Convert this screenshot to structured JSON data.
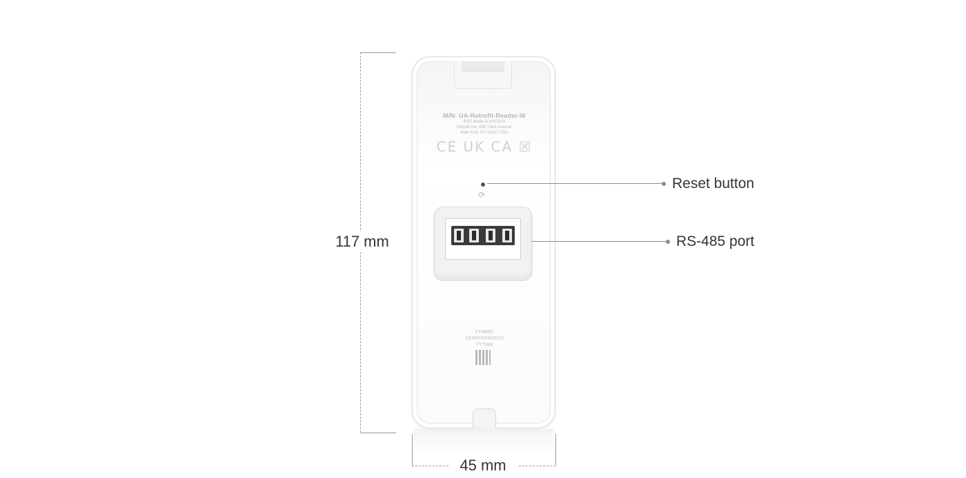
{
  "device": {
    "model_line": "M/N: UA-Retrofit-Reader-W",
    "label_line_1": "IP55    Made in XXXXXX",
    "label_line_2": "Ubiquiti Inc. 685 Third Avenue,",
    "label_line_3": "New York, NY 10017 USA",
    "certs": "CE UK CA ☒",
    "reset_symbol": "⟳",
    "serial_1": "YYWWC",
    "serial_2": "XXXXXXXXXXXX",
    "serial_3": "YYYyyy"
  },
  "dimensions": {
    "height_label": "117 mm",
    "width_label": "45 mm"
  },
  "callouts": {
    "reset": "Reset button",
    "port": "RS-485 port"
  },
  "colors": {
    "line": "#8c8c8c",
    "dim_line": "#9a9a9a",
    "text": "#333333"
  }
}
